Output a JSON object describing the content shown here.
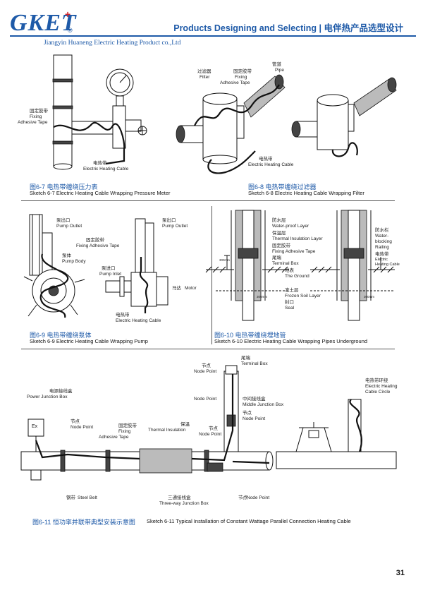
{
  "header": {
    "logo": "GKET",
    "logo_plus": "+",
    "logo_reg": "®",
    "company": "Jiangyin Huaneng Electric Heating Product co.,Ltd",
    "title": "Products Designing and Selecting | 电伴热产品选型设计"
  },
  "fig7": {
    "caption_cn": "图6-7 电热带缠绕压力表",
    "caption_en": "Sketch 6-7 Electric Heating Cable Wrapping Pressure Meter",
    "labels": {
      "tape_cn": "固定胶带",
      "tape_en1": "Fixing",
      "tape_en2": "Adhesive Tape",
      "cable_cn": "电热带",
      "cable_en": "Electric Heating Cable"
    }
  },
  "fig8": {
    "caption_cn": "图6-8 电热带缠绕过滤器",
    "caption_en": "Sketch 6-8 Electric Heating Cable Wrapping Filter",
    "labels": {
      "filter_cn": "过滤器",
      "filter_en": "Filter",
      "tape_cn": "固定胶带",
      "tape_en1": "Fixing",
      "tape_en2": "Adhesive Tape",
      "pipe_cn": "管道",
      "pipe_en": "Pipe",
      "cable_cn": "电热带",
      "cable_en": "Electric Heating Cable"
    }
  },
  "fig9": {
    "caption_cn": "图6-9 电热带缠绕泵体",
    "caption_en": "Sketch 6-9 Electric Heating Cable Wrapping Pump",
    "labels": {
      "outlet1_cn": "泵出口",
      "outlet1_en": "Pump Outlet",
      "outlet2_cn": "泵出口",
      "outlet2_en": "Pump Outlet",
      "tape_cn": "固定胶带",
      "tape_en": "Fixing Adhesive Tape",
      "body_cn": "泵体",
      "body_en": "Pump Body",
      "inlet_cn": "泵进口",
      "inlet_en": "Pump Inlet",
      "motor_cn": "马达",
      "motor_en": "Motor",
      "cable_cn": "电热带",
      "cable_en": "Electric Heating Cable"
    }
  },
  "fig10": {
    "caption_cn": "图6-10 电热带缠绕埋地管",
    "caption_en": "Sketch 6-10  Electric Heating Cable Wrapping Pipes Underground",
    "labels": {
      "waterproof_cn": "防水层",
      "waterproof_en": "Water-proof Layer",
      "insul_cn": "保温层",
      "insul_en": "Thermal Insulation Layer",
      "tape_cn": "固定胶带",
      "tape_en": "Fixing Adhesive Tape",
      "tbox_cn": "尾端",
      "tbox_en": "Terminal Box",
      "ground_cn": "地表",
      "ground_en": "The Ground",
      "frozen_cn": "冻土层",
      "frozen_en": "Frozen Soil Layer",
      "seal_cn": "封口",
      "seal_en": "Seal",
      "rail_cn": "防水栏",
      "rail_en1": "Water-",
      "rail_en2": "blocking",
      "rail_en3": "Railing",
      "cable_cn": "电热带",
      "cable_en1": "Electric",
      "cable_en2": "Heating Cable",
      "dim1": "300mm",
      "dim2": "300mm",
      "dim3": "300mm"
    }
  },
  "fig11": {
    "caption_cn": "图6-11 恒功率并联带典型安装示意图",
    "caption_en": "Sketch 6-11 Typical Installation of  Constant Wattage Parallel Connection Heating Cable",
    "labels": {
      "pjb_cn": "电源接线盒",
      "pjb_en": "Power Junction Box",
      "ex": "Ex",
      "node1_cn": "节点",
      "node1_en": "Node Point",
      "tape_cn": "固定胶带",
      "tape_en1": "Fixing",
      "tape_en2": "Adhesive Tape",
      "insul_cn": "保温",
      "insul_en": "Thermal Insulation",
      "node2_cn": "节点",
      "node2_en": "Node Point",
      "node3_cn": "节点",
      "node3_en": "Node Point",
      "tbox_cn": "尾端",
      "tbox_en": "Terminal Box",
      "node4_en": "Node Point",
      "mjb_cn": "中间接线盒",
      "mjb_en": "Middle Junction Box",
      "node5_cn": "节点",
      "node5_en": "Node Point",
      "circle_cn": "电热带环绕",
      "circle_en1": "Electric Heating",
      "circle_en2": "Cable Circle",
      "belt_cn": "钢带",
      "belt_en": "Steel Belt",
      "tjb_cn": "三通接线盒",
      "tjb_en": "Three-way Junction Box",
      "node6_cn": "节点",
      "node6_en": "Node Point"
    }
  },
  "footer": {
    "page_number": "31"
  }
}
